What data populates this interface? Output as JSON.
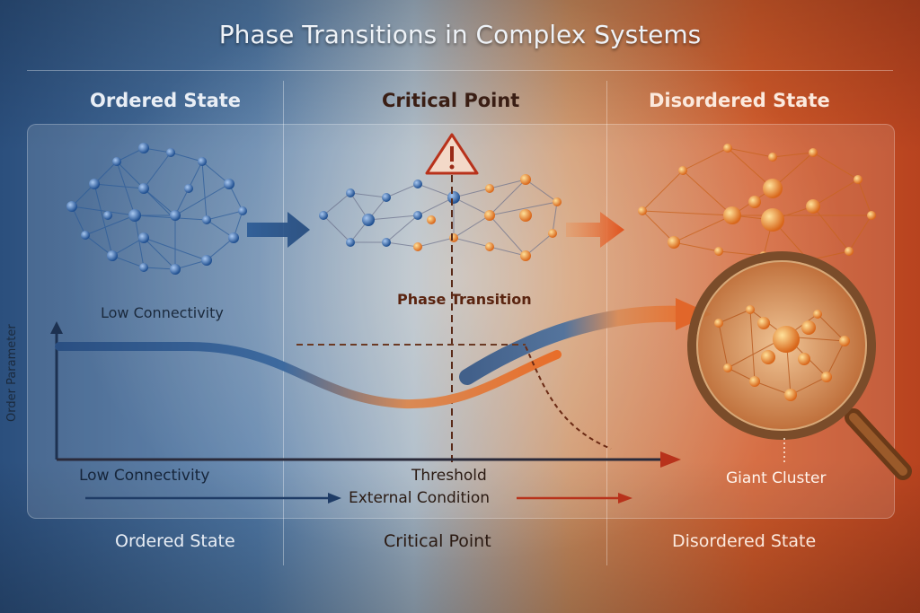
{
  "title": "Phase Transitions in Complex Systems",
  "columns": {
    "ordered": "Ordered State",
    "critical": "Critical Point",
    "disordered": "Disordered State"
  },
  "footer": {
    "ordered": "Ordered State",
    "critical": "Critical Point",
    "disordered": "Disordered State"
  },
  "labels": {
    "low_connectivity_network": "Low Connectivity",
    "phase_transition": "Phase Transition",
    "y_axis": "Order Parameter",
    "x_axis_low": "Low Connectivity",
    "threshold": "Threshold",
    "external_condition": "External Condition",
    "giant_cluster": "Giant Cluster"
  },
  "icons": {
    "warning": "warning-triangle-icon",
    "magnifier": "magnifying-glass-icon"
  },
  "colors": {
    "ordered": "#2e5d9a",
    "disordered": "#e0721f",
    "node_blue": "#2b5fa6",
    "node_orange": "#e8862a",
    "warning": "#b8321b"
  }
}
